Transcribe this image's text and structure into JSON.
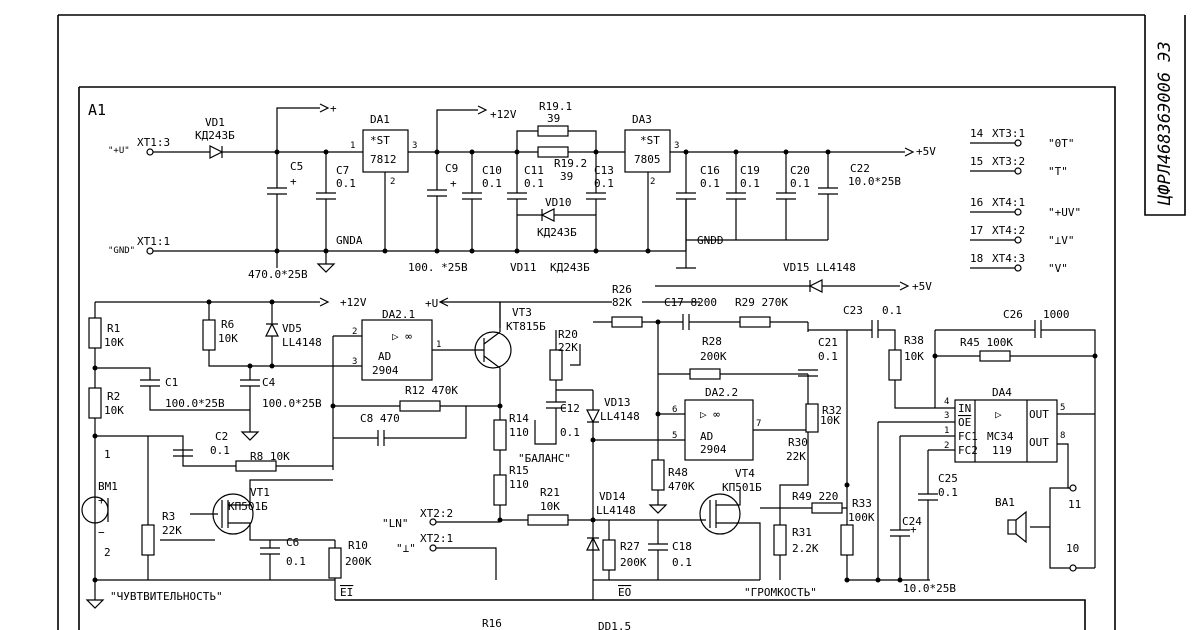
{
  "frame": {
    "block_label": "A1",
    "doc_code": "ЦФРЛ46836Э006 ЭЗ"
  },
  "supply": {
    "in_pos": "\"+U\"",
    "in_gnd": "\"GND\"",
    "xt1_3": "XT1:3",
    "xt1_1": "XT1:1",
    "plus_top": "+",
    "plus12": "+12V",
    "plus5": "+5V",
    "plus5b": "+5V",
    "gnda": "GNDA",
    "gndd": "GNDD",
    "c5_val": "470.0*25B",
    "c9_val": "100. *25B"
  },
  "components": [
    {
      "id": "vd1",
      "ref": "VD1",
      "val": "КД243Б"
    },
    {
      "id": "c5",
      "ref": "C5",
      "val": ""
    },
    {
      "id": "c7",
      "ref": "C7",
      "val": "0.1"
    },
    {
      "id": "da1",
      "ref": "DA1",
      "val": "*ST",
      "part": "7812"
    },
    {
      "id": "c9",
      "ref": "C9",
      "val": ""
    },
    {
      "id": "c10",
      "ref": "C10",
      "val": "0.1"
    },
    {
      "id": "c11",
      "ref": "C11",
      "val": "0.1"
    },
    {
      "id": "r19_1",
      "ref": "R19.1",
      "val": "39"
    },
    {
      "id": "r19_2",
      "ref": "R19.2",
      "val": "39"
    },
    {
      "id": "c13",
      "ref": "C13",
      "val": "0.1"
    },
    {
      "id": "vd10",
      "ref": "VD10",
      "val": "КД243Б"
    },
    {
      "id": "vd11",
      "ref": "VD11",
      "val": "КД243Б"
    },
    {
      "id": "da3",
      "ref": "DA3",
      "val": "*ST",
      "part": "7805"
    },
    {
      "id": "c16",
      "ref": "C16",
      "val": "0.1"
    },
    {
      "id": "c19",
      "ref": "C19",
      "val": "0.1"
    },
    {
      "id": "c20",
      "ref": "C20",
      "val": "0.1"
    },
    {
      "id": "c22",
      "ref": "C22",
      "val": "10.0*25B"
    },
    {
      "id": "vd15",
      "ref": "VD15",
      "val": "LL4148"
    }
  ],
  "connectors": [
    {
      "pin": "14",
      "ref": "XT3:1",
      "sig": "\"0T\""
    },
    {
      "pin": "15",
      "ref": "XT3:2",
      "sig": "\"T\""
    },
    {
      "pin": "16",
      "ref": "XT4:1",
      "sig": "\"+UV\""
    },
    {
      "pin": "17",
      "ref": "XT4:2",
      "sig": "\"⊥V\""
    },
    {
      "pin": "18",
      "ref": "XT4:3",
      "sig": "\"V\""
    }
  ],
  "analog": {
    "r1": "R1",
    "r1v": "10K",
    "r2": "R2",
    "r2v": "10K",
    "r6": "R6",
    "r6v": "10K",
    "vd5": "VD5",
    "vd5v": "LL4148",
    "c1": "C1",
    "c1v": "100.0*25B",
    "c4": "C4",
    "c4v": "100.0*25B",
    "da2_1": "DA2.1",
    "ad2904": "AD",
    "ad2904b": "2904",
    "plusu": "+U",
    "plus12b": "+12V",
    "r12": "R12 470K",
    "c8": "C8 470",
    "vt3": "VT3",
    "vt3v": "КТ815Б",
    "r20": "R20",
    "r20v": "22K",
    "c12": "C12",
    "c12v": "0.1",
    "r14": "R14",
    "r14v": "110",
    "r15": "R15",
    "r15v": "110",
    "r21": "R21",
    "r21v": "10K",
    "vd13": "VD13",
    "vd13v": "LL4148",
    "balans": "\"БАЛАНС\"",
    "c2": "C2",
    "c2v": "0.1",
    "r8": "R8 10K",
    "bm1": "BM1",
    "bm1p": "+",
    "bm1m": "−",
    "pin1": "1",
    "pin2": "2",
    "vt1": "VT1",
    "vt1v": "КП501Б",
    "r3": "R3",
    "r3v": "22K",
    "c6": "C6",
    "c6v": "0.1",
    "r10": "R10",
    "r10v": "200K",
    "ei": "EI",
    "sens": "\"ЧУВТВИТЕЛЬНОСТЬ\"",
    "xt2_2": "XT2:2",
    "xt2_1": "XT2:1",
    "ln": "\"LN\"",
    "gndsig": "\"⊥\"",
    "r26": "R26",
    "r26v": "82K",
    "c17": "C17 8200",
    "r29": "R29 270K",
    "r28": "R28",
    "r28v": "200K",
    "da2_2": "DA2.2",
    "vd14": "VD14",
    "vd14v": "LL4148",
    "r48": "R48",
    "r48v": "470K",
    "vt4": "VT4",
    "vt4v": "КП501Б",
    "r27": "R27",
    "r27v": "200K",
    "c18": "C18",
    "c18v": "0.1",
    "eo": "EO",
    "volume": "\"ГРОМКОСТЬ\"",
    "r30": "R30",
    "r30v": "22K",
    "r32": "R32",
    "r32v": "10K",
    "c21": "C21",
    "c21v": "0.1",
    "r49": "R49 220",
    "r31": "R31",
    "r31v": "2.2K",
    "r33": "R33",
    "r33v": "100K",
    "c23": "C23",
    "c23v": "0.1",
    "r38": "R38",
    "r38v": "10K",
    "r45": "R45 100K",
    "c26": "C26",
    "c26v": "1000",
    "da4": "DA4",
    "da4_in": "IN",
    "da4_oe": "OE",
    "da4_fc1": "FC1",
    "da4_fc2": "FC2",
    "da4_out1": "OUT",
    "da4_out2": "OUT",
    "da4_part": "MC34",
    "da4_part2": "119",
    "c25": "C25",
    "c25v": "0.1",
    "c24": "C24",
    "c24v": "10.0*25B",
    "ba1": "BA1",
    "p11": "11",
    "p10": "10",
    "r16": "R16",
    "dd1_5": "DD1.5"
  }
}
